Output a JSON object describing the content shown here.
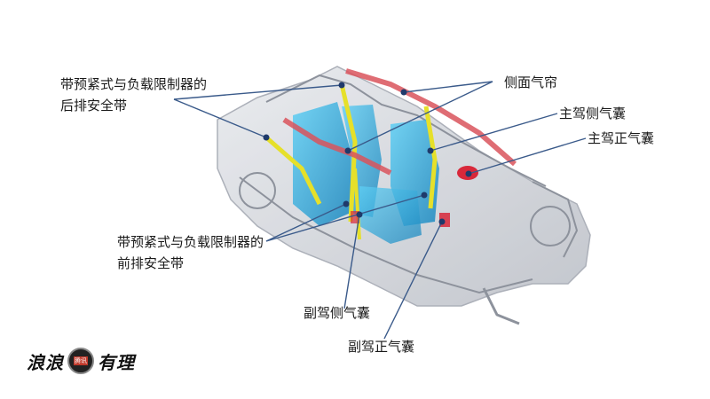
{
  "labels": {
    "rear_belt_line1": "带预紧式与负载限制器的",
    "rear_belt_line2": "后排安全带",
    "side_curtain": "侧面气帘",
    "driver_side_airbag": "主驾侧气囊",
    "driver_front_airbag": "主驾正气囊",
    "front_belt_line1": "带预紧式与负载限制器的",
    "front_belt_line2": "前排安全带",
    "passenger_side_airbag": "副驾侧气囊",
    "passenger_front_airbag": "副驾正气囊"
  },
  "watermark": {
    "left": "浪浪",
    "badge": "腾讯",
    "right": "有理"
  },
  "colors": {
    "frame": "#c9ccd2",
    "seat": "#2aa3d6",
    "belt": "#e6e02a",
    "curtain": "#d9545c",
    "airbag": "#d8283a",
    "leader": "#3a5a8a",
    "dot": "#1f3a6b"
  }
}
